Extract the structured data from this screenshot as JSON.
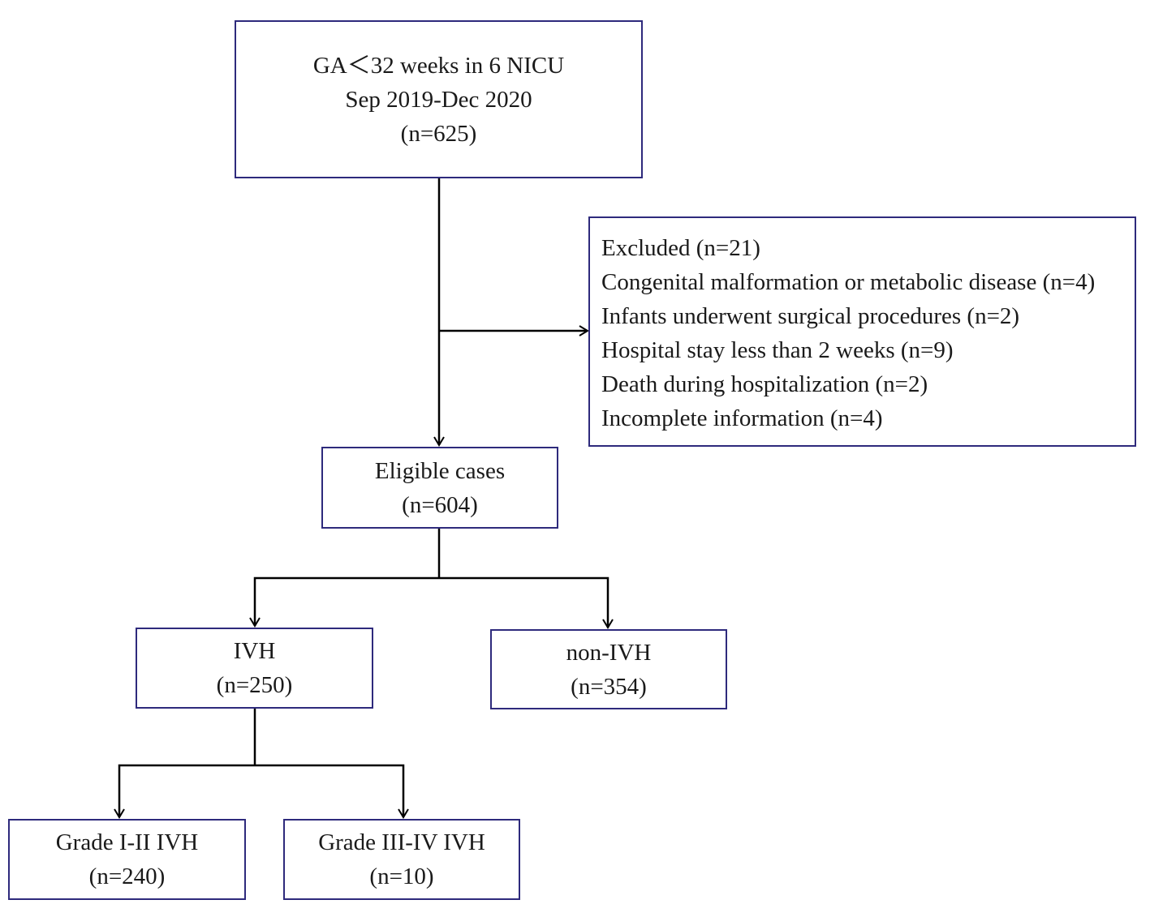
{
  "colors": {
    "box_border": "#2e2a7c",
    "connector": "#000000",
    "text": "#1a1a1a"
  },
  "nodes": {
    "start": {
      "lines": [
        "GA＜32 weeks in 6 NICU",
        "Sep 2019-Dec 2020",
        "(n=625)"
      ]
    },
    "excluded": {
      "lines": [
        "Excluded (n=21)",
        "Congenital malformation or metabolic disease (n=4)",
        "Infants underwent surgical procedures (n=2)",
        "Hospital stay less than 2 weeks (n=9)",
        "Death during hospitalization (n=2)",
        "Incomplete information (n=4)"
      ]
    },
    "eligible": {
      "lines": [
        "Eligible cases",
        "(n=604)"
      ]
    },
    "ivh": {
      "lines": [
        "IVH",
        "(n=250)"
      ]
    },
    "non_ivh": {
      "lines": [
        "non-IVH",
        "(n=354)"
      ]
    },
    "grade_1_2": {
      "lines": [
        "Grade I-II IVH",
        "(n=240)"
      ]
    },
    "grade_3_4": {
      "lines": [
        "Grade III-IV IVH",
        "(n=10)"
      ]
    }
  },
  "edges": [
    {
      "from": "start",
      "to": "eligible"
    },
    {
      "from": "start",
      "to": "excluded"
    },
    {
      "from": "eligible",
      "to": "ivh"
    },
    {
      "from": "eligible",
      "to": "non_ivh"
    },
    {
      "from": "ivh",
      "to": "grade_1_2"
    },
    {
      "from": "ivh",
      "to": "grade_3_4"
    }
  ]
}
